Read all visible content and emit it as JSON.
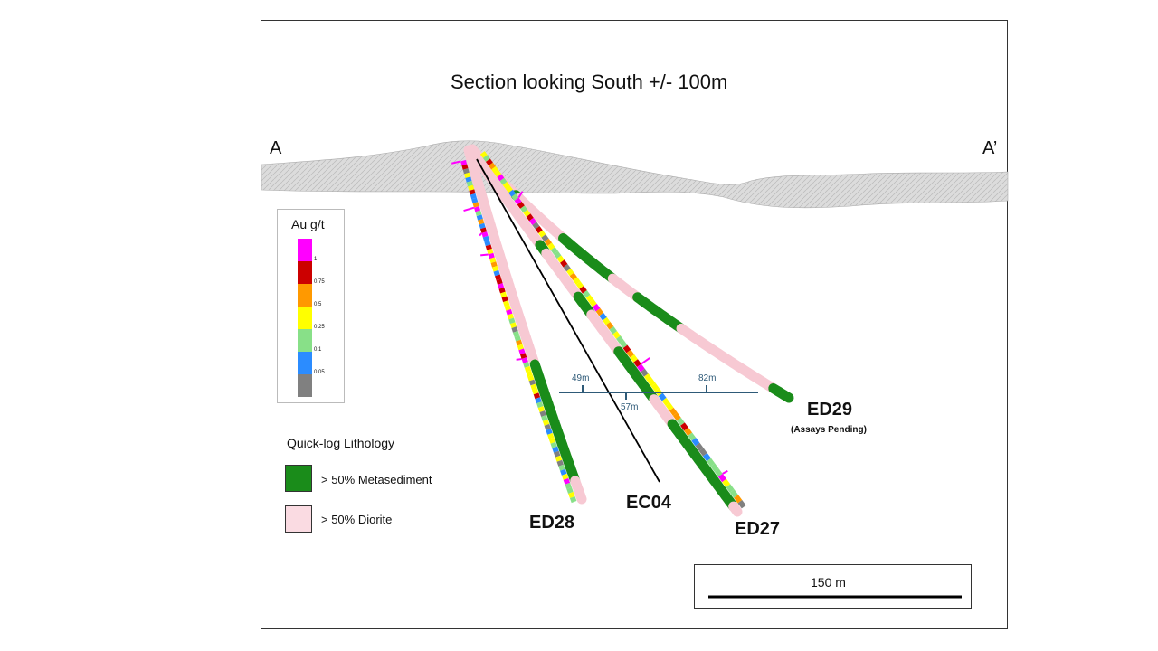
{
  "title": "Section looking South +/- 100m",
  "section_labels": {
    "start": "A",
    "end": "A’"
  },
  "au_legend": {
    "title": "Au g/t",
    "bins": [
      {
        "color": "#ff00ff",
        "label": "1"
      },
      {
        "color": "#cc0000",
        "label": "0.75"
      },
      {
        "color": "#ff9900",
        "label": "0.5"
      },
      {
        "color": "#ffff00",
        "label": "0.25"
      },
      {
        "color": "#88e088",
        "label": "0.1"
      },
      {
        "color": "#2b8cff",
        "label": "0.05"
      },
      {
        "color": "#808080",
        "label": ""
      }
    ]
  },
  "lithology_legend": {
    "title": "Quick-log Lithology",
    "items": [
      {
        "color": "#1a8c1a",
        "label": "> 50% Metasediment"
      },
      {
        "color": "#fadbe2",
        "label": "> 50% Diorite"
      }
    ]
  },
  "holes": {
    "ed28": "ED28",
    "ec04": "EC04",
    "ed27": "ED27",
    "ed29": "ED29",
    "ed29_note": "(Assays Pending)"
  },
  "intercepts": {
    "a": "49m",
    "b": "57m",
    "c": "82m"
  },
  "scale_bar": {
    "label": "150 m"
  }
}
